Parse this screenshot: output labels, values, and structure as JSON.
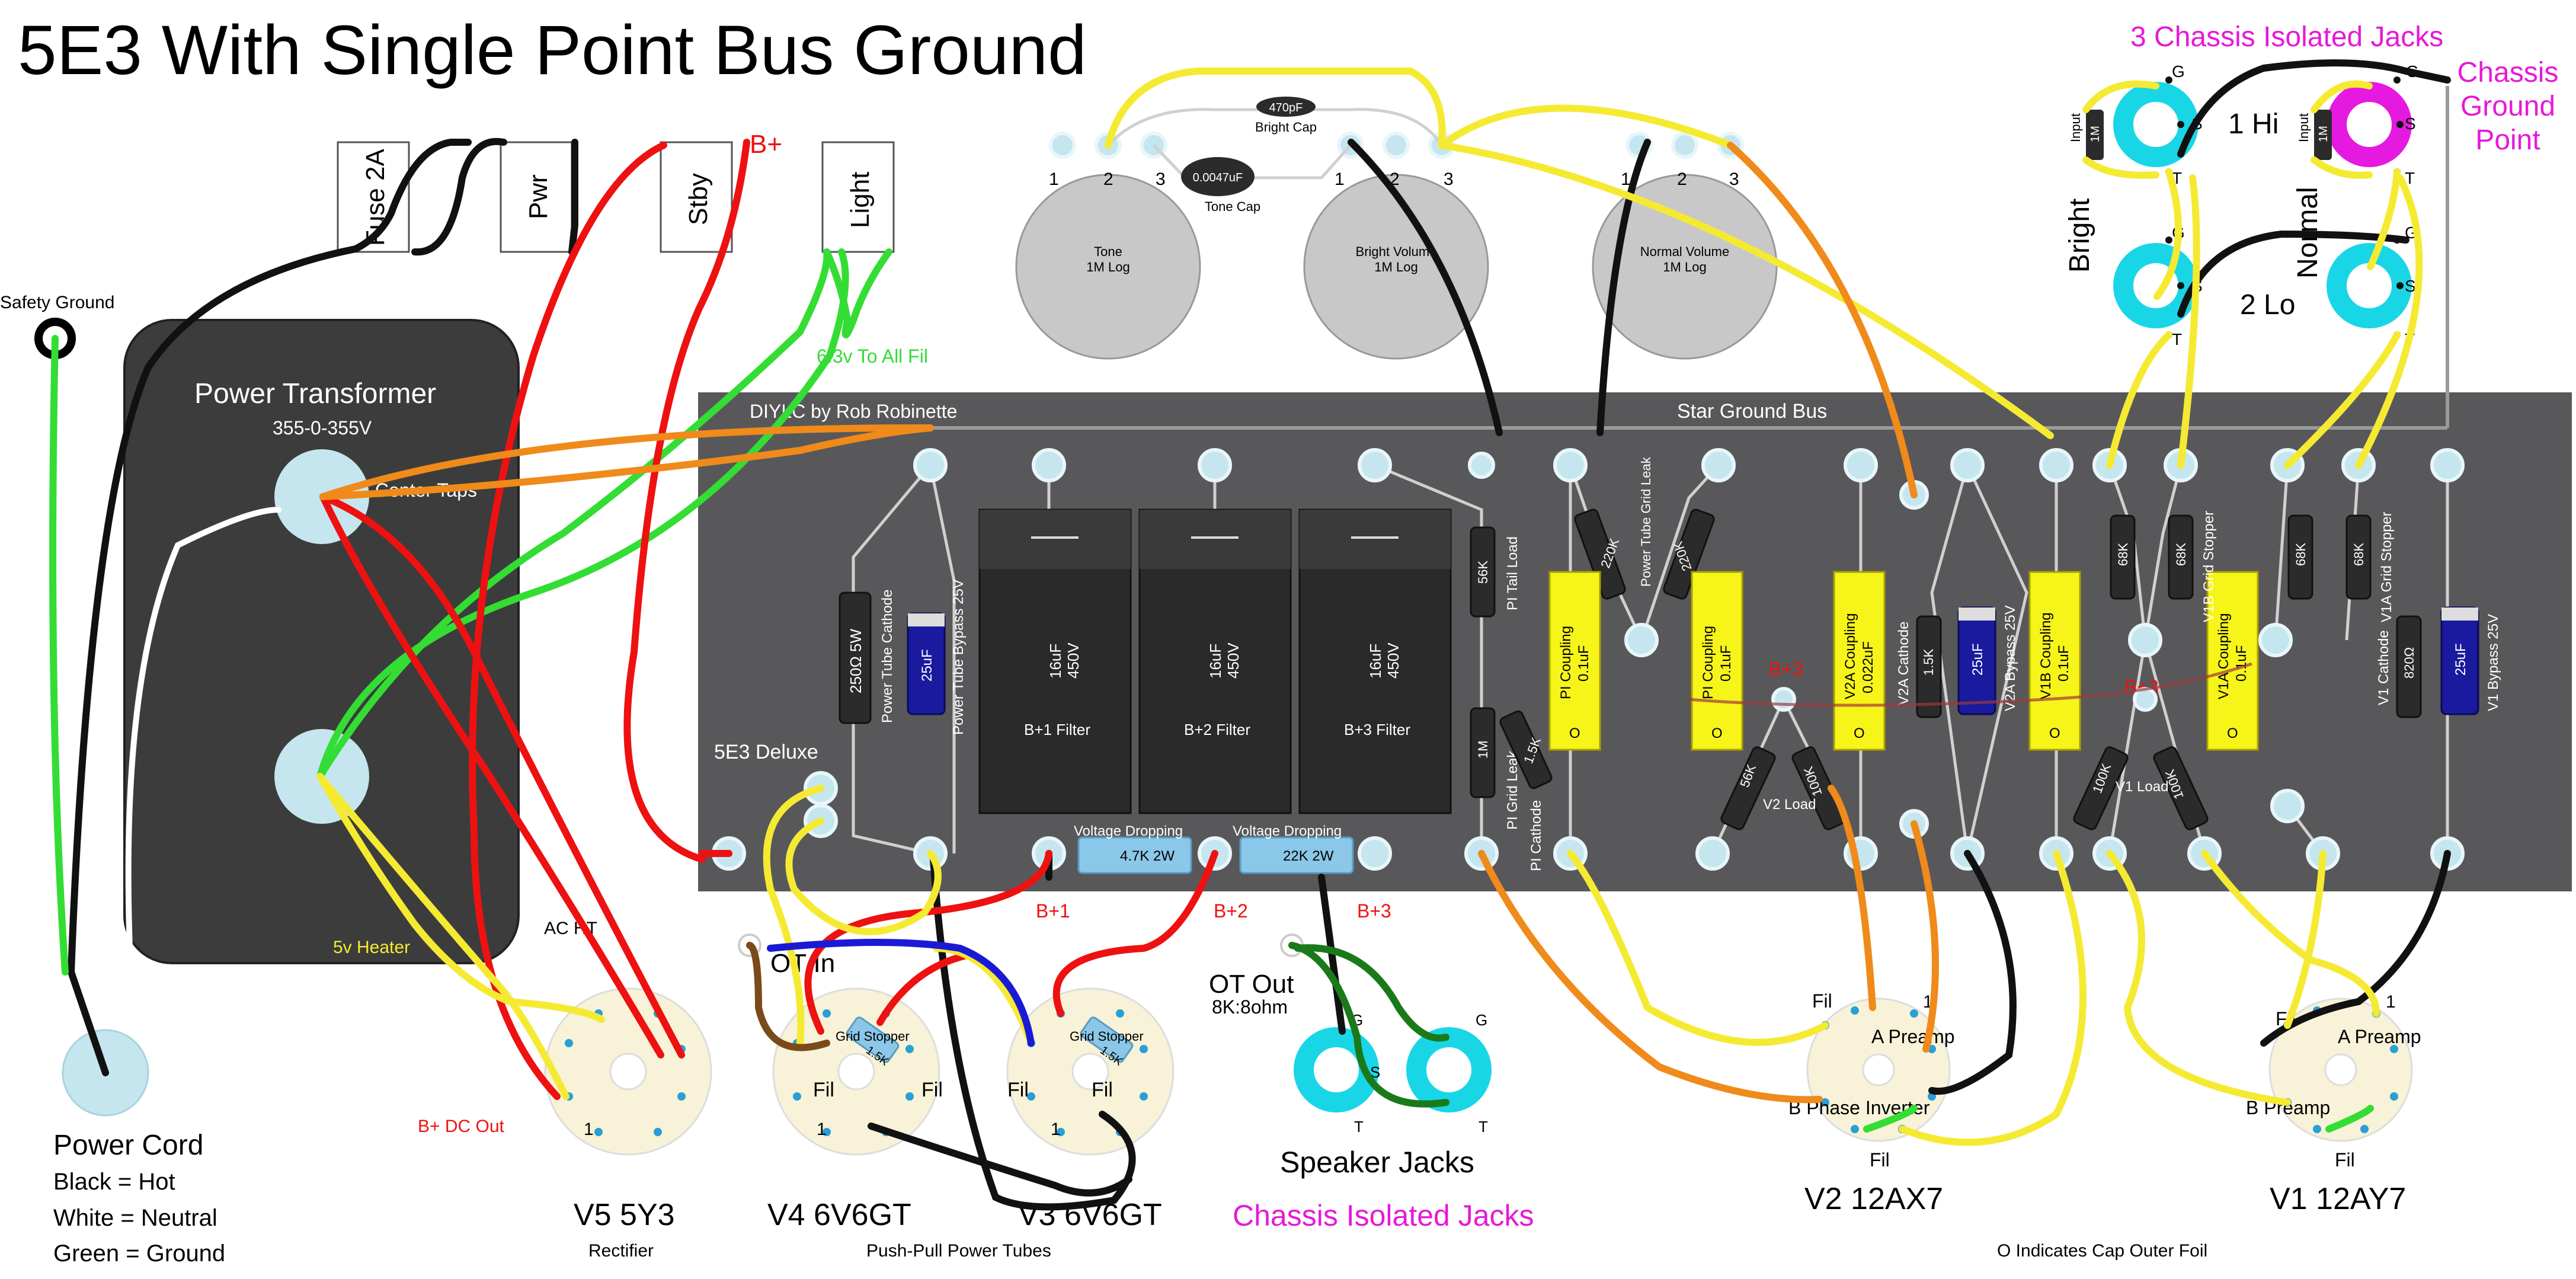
{
  "title": "5E3 With Single Point Bus Ground",
  "credit": "DIYLC by Rob Robinette",
  "bus_label": "Star Ground Bus",
  "amp_label": "5E3 Deluxe",
  "safety_ground": "Safety Ground",
  "power_cord": {
    "title": "Power Cord",
    "lines": [
      "Black = Hot",
      "White = Neutral",
      "Green = Ground"
    ]
  },
  "power_transformer": {
    "title": "Power Transformer",
    "rating": "355-0-355V",
    "center_taps": "Center Taps",
    "heater": "5v Heater",
    "ac_ht": "AC HT"
  },
  "switches": {
    "fuse": "Fuse 2A",
    "power": "Pwr",
    "standby": "Stby",
    "light": "Light",
    "b_plus": "B+"
  },
  "fil_label": "6.3v To All Fil",
  "pots": {
    "tone": {
      "name": "Tone",
      "value": "1M Log"
    },
    "bright": {
      "name": "Bright Volume",
      "value": "1M Log"
    },
    "normal": {
      "name": "Normal Volume",
      "value": "1M Log"
    },
    "pins": [
      "1",
      "2",
      "3"
    ],
    "bright_cap": {
      "value": "470pF",
      "label": "Bright Cap"
    },
    "tone_cap": {
      "value": "0.0047uF",
      "label": "Tone Cap"
    }
  },
  "jacks": {
    "title": "3 Chassis Isolated Jacks",
    "chassis_ground": "Chassis Ground Point",
    "hi": "1 Hi",
    "lo": "2 Lo",
    "bright": "Bright",
    "normal": "Normal",
    "g": "G",
    "s": "S",
    "t": "T",
    "input": "Input",
    "input_r": "1M"
  },
  "board": {
    "power_tube_cathode": {
      "value": "250Ω 5W",
      "label": "Power Tube Cathode"
    },
    "power_tube_bypass": {
      "value": "25uF",
      "label": "Power Tube Bypass 25V"
    },
    "filters": [
      {
        "value": "16uF",
        "voltage": "450V",
        "label": "B+1 Filter"
      },
      {
        "value": "16uF",
        "voltage": "450V",
        "label": "B+2 Filter"
      },
      {
        "value": "16uF",
        "voltage": "450V",
        "label": "B+3 Filter"
      }
    ],
    "dropping": [
      {
        "label": "Voltage Dropping",
        "value": "4.7K  2W"
      },
      {
        "label": "Voltage Dropping",
        "value": "22K  2W"
      }
    ],
    "b_labels": [
      "B+1",
      "B+2",
      "B+3"
    ],
    "pi_tail": {
      "value": "56K",
      "label": "PI Tail Load"
    },
    "pi_grid": {
      "value": "1M",
      "label": "PI Grid Leak"
    },
    "pi_cathode": {
      "value": "1.5K",
      "label": "PI Cathode"
    },
    "pt_grid_leak": {
      "values": [
        "220K",
        "220K"
      ],
      "label": "Power Tube Grid Leak"
    },
    "couplings": [
      {
        "label": "PI Coupling",
        "value": "0.1uF"
      },
      {
        "label": "PI Coupling",
        "value": "0.1uF"
      },
      {
        "label": "V2A Coupling",
        "value": "0.022uF"
      },
      {
        "label": "V1B Coupling",
        "value": "0.1uF"
      },
      {
        "label": "V1A Coupling",
        "value": "0.1uF"
      }
    ],
    "cap_foil_mark": "O",
    "v2_load": {
      "values": [
        "56K",
        "100K"
      ],
      "label": "V2 Load"
    },
    "b3": "B+3",
    "v2a_cathode": {
      "value": "1.5K",
      "label": "V2A Cathode"
    },
    "v2a_bypass": {
      "value": "25uF",
      "label": "V2A Bypass 25V"
    },
    "v1b_grid": {
      "values": [
        "68K",
        "68K"
      ],
      "label": "V1B Grid Stopper"
    },
    "v1_load": {
      "values": [
        "100K",
        "100K"
      ],
      "label": "V1 Load"
    },
    "v1a_grid": {
      "values": [
        "68K",
        "68K"
      ],
      "label": "V1A Grid Stopper"
    },
    "v1_cathode": {
      "value": "820Ω",
      "label": "V1 Cathode"
    },
    "v1_bypass": {
      "value": "25uF",
      "label": "V1 Bypass 25V"
    }
  },
  "ot_in": "OT In",
  "ot_out": {
    "title": "OT Out",
    "imp": "8K:8ohm"
  },
  "speaker": {
    "title": "Speaker Jacks",
    "isolated": "Chassis Isolated Jacks"
  },
  "b_dc_out": "B+ DC Out",
  "tubes": {
    "v5": {
      "name": "V5  5Y3",
      "role": "Rectifier"
    },
    "v4": {
      "name": "V4  6V6GT"
    },
    "v3": {
      "name": "V3  6V6GT"
    },
    "power_role": "Push-Pull Power Tubes",
    "v2": {
      "name": "V2  12AX7"
    },
    "v1": {
      "name": "V1  12AY7"
    },
    "grid_stopper": "Grid Stopper",
    "gs_value": "1.5K",
    "fil": "Fil",
    "pin1": "1",
    "a_preamp": "A Preamp",
    "b_phase": "B Phase Inverter",
    "b_preamp": "B Preamp"
  },
  "foil_note": "O Indicates Cap Outer Foil",
  "colors": {
    "board": "#58585a",
    "transformer": "#3c3c3c",
    "wire_red": "#ee1111",
    "wire_yellow": "#f5ea32",
    "wire_green": "#33dd33",
    "wire_orange": "#f08a1a",
    "cap_yellow": "#f7f41a",
    "cap_blue": "#1a1a9e",
    "jack_cyan": "#19d6e6",
    "jack_magenta": "#e619e0",
    "label_magenta": "#e619d8"
  }
}
